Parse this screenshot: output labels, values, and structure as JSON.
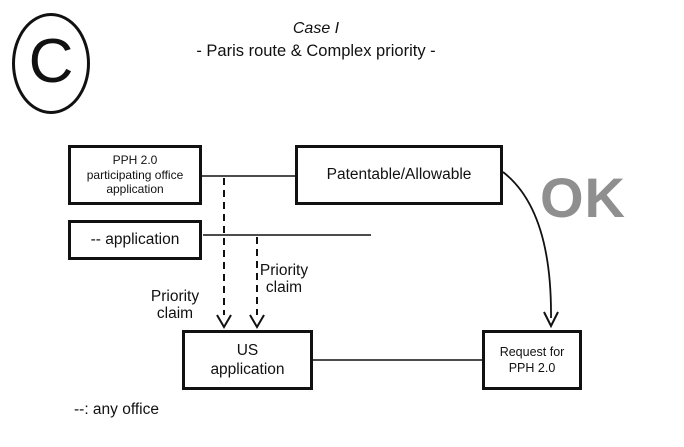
{
  "badge": {
    "letter": "C"
  },
  "title": {
    "case": "Case I",
    "subtitle": "- Paris route & Complex priority -"
  },
  "boxes": {
    "pph_office": {
      "line1": "PPH 2.0",
      "line2": "participating office",
      "line3": "application"
    },
    "any_application": {
      "label": "-- application"
    },
    "patentable": {
      "label": "Patentable/Allowable"
    },
    "us_application": {
      "line1": "US",
      "line2": "application"
    },
    "request": {
      "line1": "Request for",
      "line2": "PPH 2.0"
    }
  },
  "labels": {
    "priority_left": {
      "line1": "Priority",
      "line2": "claim"
    },
    "priority_right": {
      "line1": "Priority",
      "line2": "claim"
    },
    "ok": "OK",
    "footnote": "--: any office"
  },
  "colors": {
    "ink": "#111111",
    "ok_gray": "#8f8f8f"
  }
}
